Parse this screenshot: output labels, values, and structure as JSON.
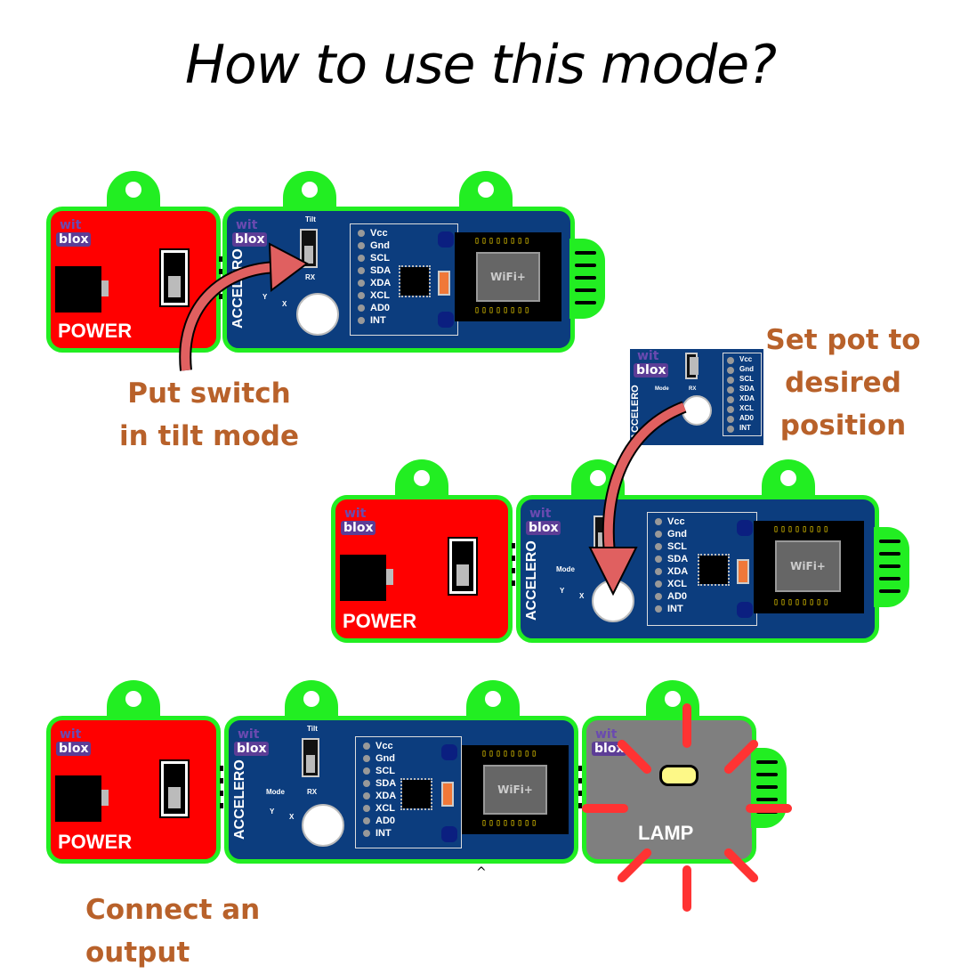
{
  "title": "How to use this mode?",
  "captions": {
    "step1": [
      "Put switch",
      "in tilt mode"
    ],
    "step2": [
      "Set pot to",
      "desired",
      "position"
    ],
    "step3": "Connect an output"
  },
  "colors": {
    "caption": "#b8612a",
    "border_green": "#22ee22",
    "power_red": "#ff0000",
    "accel_blue": "#0c3d7e",
    "lamp_grey": "#7f7f7f",
    "arrow_red": "#e06060",
    "ray_red": "#ff3333"
  },
  "logo": {
    "top": "wit",
    "bottom": "blox"
  },
  "modules": {
    "power": {
      "label": "POWER"
    },
    "accelero": {
      "label": "ACCELERO",
      "switch_top": "Tilt",
      "switch_bottom": "RX",
      "mode_label": "Mode",
      "axis_y": "Y",
      "axis_x": "X",
      "pins": [
        "Vcc",
        "Gnd",
        "SCL",
        "SDA",
        "XDA",
        "XCL",
        "AD0",
        "INT"
      ],
      "wifi_text": "WiFi+",
      "wifi_pads": "▯▯▯▯▯▯▯▯"
    },
    "lamp": {
      "label": "LAMP"
    }
  },
  "cursor_glyph": "^"
}
